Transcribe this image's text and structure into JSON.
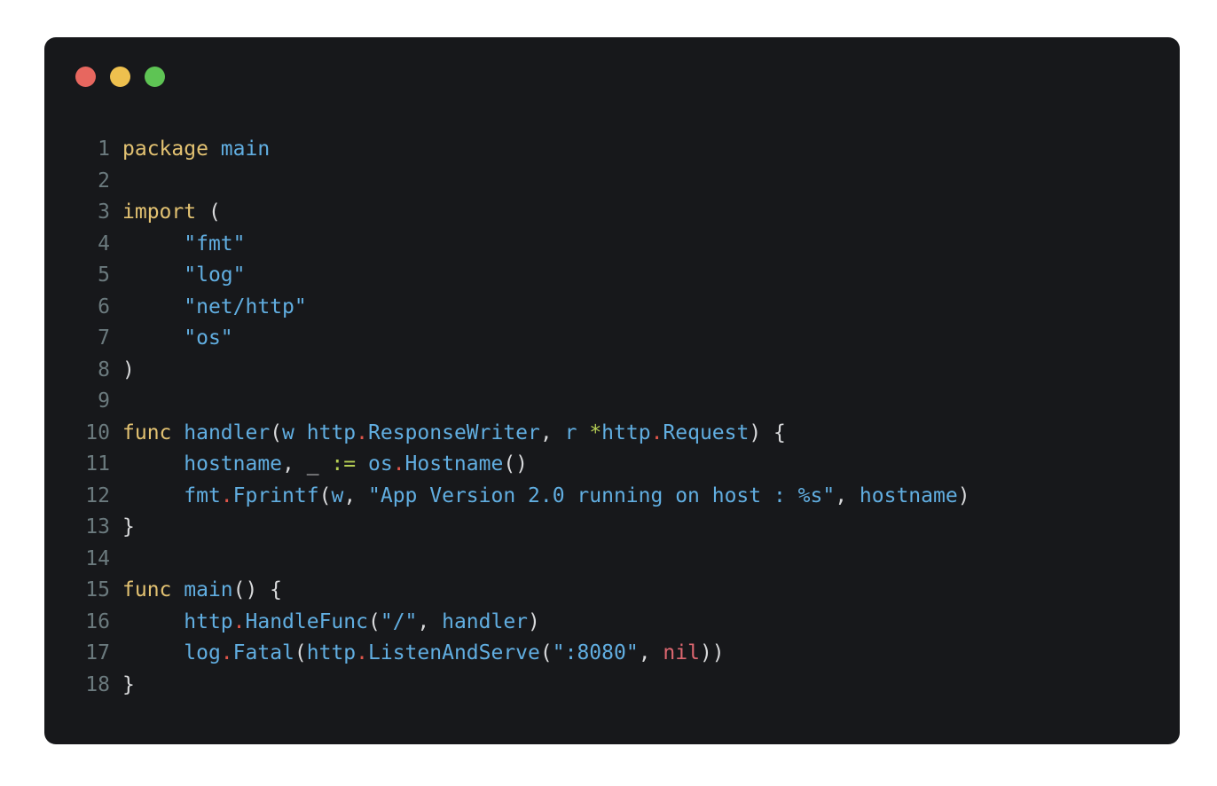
{
  "colors": {
    "pageBg": "#ffffff",
    "windowBg": "#17181b",
    "lineNumber": "#6b7a7e",
    "keyword": "#e3c272",
    "ident": "#61aee1",
    "string": "#61aee1",
    "punct": "#d8d9db",
    "plain": "#d8d9db",
    "dot": "#e0554a",
    "operator": "#b6ce54",
    "nilColor": "#dd6770",
    "trafficRed": "#e7675f",
    "trafficYellow": "#eec04e",
    "trafficGreen": "#5ec454"
  },
  "window": {
    "traffic_lights": [
      {
        "name": "close",
        "color_key": "trafficRed"
      },
      {
        "name": "minimize",
        "color_key": "trafficYellow"
      },
      {
        "name": "zoom",
        "color_key": "trafficGreen"
      }
    ]
  },
  "editor": {
    "language": "go",
    "lines": [
      {
        "n": "1",
        "s": [
          {
            "t": "package",
            "c": "kw"
          },
          {
            "t": " ",
            "c": "pl"
          },
          {
            "t": "main",
            "c": "id"
          }
        ]
      },
      {
        "n": "2",
        "s": []
      },
      {
        "n": "3",
        "s": [
          {
            "t": "import",
            "c": "kw"
          },
          {
            "t": " ",
            "c": "pl"
          },
          {
            "t": "(",
            "c": "pn"
          }
        ]
      },
      {
        "n": "4",
        "s": [
          {
            "t": "\t",
            "c": "pl"
          },
          {
            "t": "\"fmt\"",
            "c": "str"
          }
        ]
      },
      {
        "n": "5",
        "s": [
          {
            "t": "\t",
            "c": "pl"
          },
          {
            "t": "\"log\"",
            "c": "str"
          }
        ]
      },
      {
        "n": "6",
        "s": [
          {
            "t": "\t",
            "c": "pl"
          },
          {
            "t": "\"net/http\"",
            "c": "str"
          }
        ]
      },
      {
        "n": "7",
        "s": [
          {
            "t": "\t",
            "c": "pl"
          },
          {
            "t": "\"os\"",
            "c": "str"
          }
        ]
      },
      {
        "n": "8",
        "s": [
          {
            "t": ")",
            "c": "pn"
          }
        ]
      },
      {
        "n": "9",
        "s": []
      },
      {
        "n": "10",
        "s": [
          {
            "t": "func",
            "c": "kw"
          },
          {
            "t": " ",
            "c": "pl"
          },
          {
            "t": "handler",
            "c": "id"
          },
          {
            "t": "(",
            "c": "pn"
          },
          {
            "t": "w",
            "c": "id"
          },
          {
            "t": " ",
            "c": "pl"
          },
          {
            "t": "http",
            "c": "id"
          },
          {
            "t": ".",
            "c": "dot"
          },
          {
            "t": "ResponseWriter",
            "c": "id"
          },
          {
            "t": ", ",
            "c": "pn"
          },
          {
            "t": "r",
            "c": "id"
          },
          {
            "t": " ",
            "c": "pl"
          },
          {
            "t": "*",
            "c": "op"
          },
          {
            "t": "http",
            "c": "id"
          },
          {
            "t": ".",
            "c": "dot"
          },
          {
            "t": "Request",
            "c": "id"
          },
          {
            "t": ") {",
            "c": "pn"
          }
        ]
      },
      {
        "n": "11",
        "s": [
          {
            "t": "\t",
            "c": "pl"
          },
          {
            "t": "hostname",
            "c": "id"
          },
          {
            "t": ", _ ",
            "c": "pn"
          },
          {
            "t": ":=",
            "c": "op"
          },
          {
            "t": " ",
            "c": "pl"
          },
          {
            "t": "os",
            "c": "id"
          },
          {
            "t": ".",
            "c": "dot"
          },
          {
            "t": "Hostname",
            "c": "id"
          },
          {
            "t": "()",
            "c": "pn"
          }
        ]
      },
      {
        "n": "12",
        "s": [
          {
            "t": "\t",
            "c": "pl"
          },
          {
            "t": "fmt",
            "c": "id"
          },
          {
            "t": ".",
            "c": "dot"
          },
          {
            "t": "Fprintf",
            "c": "id"
          },
          {
            "t": "(",
            "c": "pn"
          },
          {
            "t": "w",
            "c": "id"
          },
          {
            "t": ", ",
            "c": "pn"
          },
          {
            "t": "\"App Version 2.0 running on host : %s\"",
            "c": "str"
          },
          {
            "t": ", ",
            "c": "pn"
          },
          {
            "t": "hostname",
            "c": "id"
          },
          {
            "t": ")",
            "c": "pn"
          }
        ]
      },
      {
        "n": "13",
        "s": [
          {
            "t": "}",
            "c": "pn"
          }
        ]
      },
      {
        "n": "14",
        "s": []
      },
      {
        "n": "15",
        "s": [
          {
            "t": "func",
            "c": "kw"
          },
          {
            "t": " ",
            "c": "pl"
          },
          {
            "t": "main",
            "c": "id"
          },
          {
            "t": "() {",
            "c": "pn"
          }
        ]
      },
      {
        "n": "16",
        "s": [
          {
            "t": "\t",
            "c": "pl"
          },
          {
            "t": "http",
            "c": "id"
          },
          {
            "t": ".",
            "c": "dot"
          },
          {
            "t": "HandleFunc",
            "c": "id"
          },
          {
            "t": "(",
            "c": "pn"
          },
          {
            "t": "\"/\"",
            "c": "str"
          },
          {
            "t": ", ",
            "c": "pn"
          },
          {
            "t": "handler",
            "c": "id"
          },
          {
            "t": ")",
            "c": "pn"
          }
        ]
      },
      {
        "n": "17",
        "s": [
          {
            "t": "\t",
            "c": "pl"
          },
          {
            "t": "log",
            "c": "id"
          },
          {
            "t": ".",
            "c": "dot"
          },
          {
            "t": "Fatal",
            "c": "id"
          },
          {
            "t": "(",
            "c": "pn"
          },
          {
            "t": "http",
            "c": "id"
          },
          {
            "t": ".",
            "c": "dot"
          },
          {
            "t": "ListenAndServe",
            "c": "id"
          },
          {
            "t": "(",
            "c": "pn"
          },
          {
            "t": "\":8080\"",
            "c": "str"
          },
          {
            "t": ", ",
            "c": "pn"
          },
          {
            "t": "nil",
            "c": "nil"
          },
          {
            "t": "))",
            "c": "pn"
          }
        ]
      },
      {
        "n": "18",
        "s": [
          {
            "t": "}",
            "c": "pn"
          }
        ]
      }
    ]
  }
}
